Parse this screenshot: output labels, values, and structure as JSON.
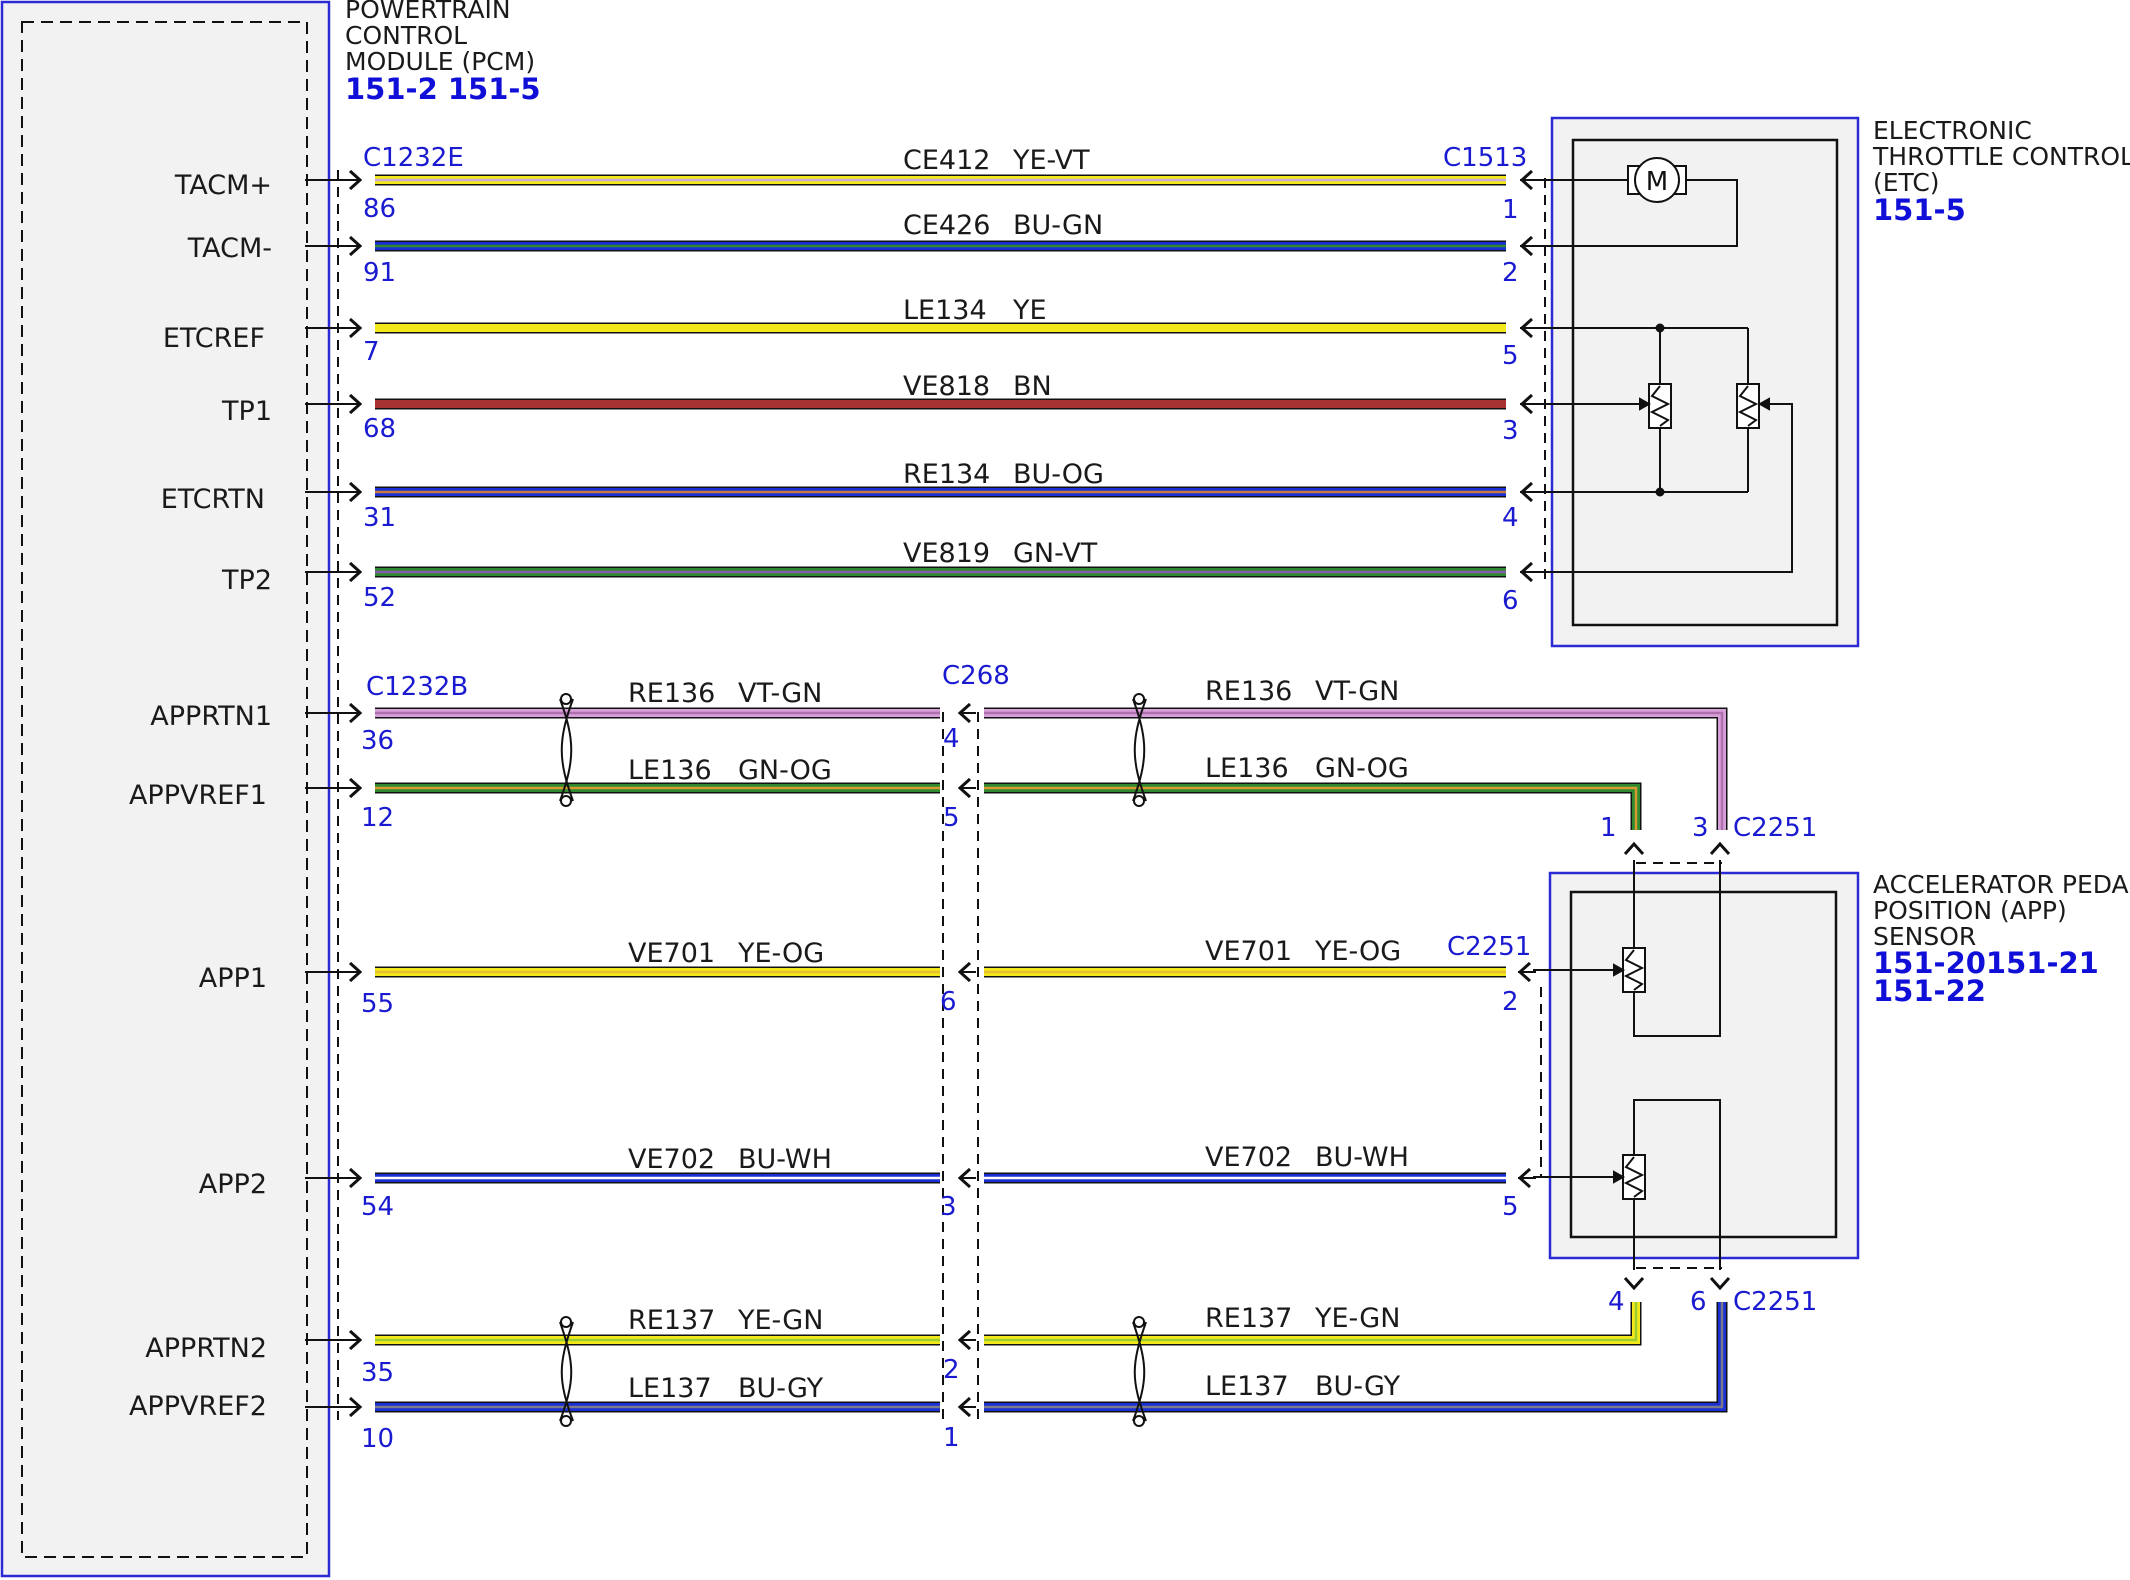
{
  "pcm": {
    "name_lines": [
      "POWERTRAIN",
      "CONTROL",
      "MODULE (PCM)"
    ],
    "refs": [
      "151-2 151-5"
    ],
    "signals": [
      "TACM+",
      "TACM-",
      "ETCREF",
      "TP1",
      "ETCRTN",
      "TP2",
      "APPRTN1",
      "APPVREF1",
      "APP1",
      "APP2",
      "APPRTN2",
      "APPVREF2"
    ]
  },
  "etc": {
    "name_lines": [
      "ELECTRONIC",
      "THROTTLE CONTROL",
      "(ETC)"
    ],
    "refs": [
      "151-5"
    ],
    "motor_symbol": "M"
  },
  "app_sensor": {
    "name_lines": [
      "ACCELERATOR PEDAL",
      "POSITION (APP)",
      "SENSOR"
    ],
    "refs": [
      "151-20151-21",
      "151-22"
    ]
  },
  "connectors": {
    "pcm_upper": "C1232E",
    "pcm_lower": "C1232B",
    "etc": "C1513",
    "inline": "C268",
    "app_mid": "C2251",
    "app_top": "C2251",
    "app_bottom": "C2251"
  },
  "etc_circuits": [
    {
      "circuit": "CE412",
      "color": "YE-VT",
      "pcm_pin": "86",
      "etc_pin": "1"
    },
    {
      "circuit": "CE426",
      "color": "BU-GN",
      "pcm_pin": "91",
      "etc_pin": "2"
    },
    {
      "circuit": "LE134",
      "color": "YE",
      "pcm_pin": "7",
      "etc_pin": "5"
    },
    {
      "circuit": "VE818",
      "color": "BN",
      "pcm_pin": "68",
      "etc_pin": "3"
    },
    {
      "circuit": "RE134",
      "color": "BU-OG",
      "pcm_pin": "31",
      "etc_pin": "4"
    },
    {
      "circuit": "VE819",
      "color": "GN-VT",
      "pcm_pin": "52",
      "etc_pin": "6"
    }
  ],
  "app_circuits": [
    {
      "circuit": "RE136",
      "color": "VT-GN",
      "pcm_pin": "36",
      "c268_pin": "4",
      "app_pin": "3"
    },
    {
      "circuit": "LE136",
      "color": "GN-OG",
      "pcm_pin": "12",
      "c268_pin": "5",
      "app_pin": "1"
    },
    {
      "circuit": "VE701",
      "color": "YE-OG",
      "pcm_pin": "55",
      "c268_pin": "6",
      "app_pin": "2"
    },
    {
      "circuit": "VE702",
      "color": "BU-WH",
      "pcm_pin": "54",
      "c268_pin": "3",
      "app_pin": "5"
    },
    {
      "circuit": "RE137",
      "color": "YE-GN",
      "pcm_pin": "35",
      "c268_pin": "2",
      "app_pin": "4"
    },
    {
      "circuit": "LE137",
      "color": "BU-GY",
      "pcm_pin": "10",
      "c268_pin": "1",
      "app_pin": "6"
    }
  ],
  "wire_colors": {
    "YE-VT": [
      "#f2e81a",
      "#c8a8dc"
    ],
    "BU-GN": [
      "#1b2fd6",
      "#2f8a2f"
    ],
    "YE": [
      "#f2e81a",
      "#f2e81a"
    ],
    "BN": [
      "#a83232",
      "#a83232"
    ],
    "BU-OG": [
      "#1b2fd6",
      "#c87a3a"
    ],
    "GN-VT": [
      "#2f8a2f",
      "#8a5ab0"
    ],
    "VT-GN": [
      "#d8a0d8",
      "#b070b0"
    ],
    "GN-OG": [
      "#2f8a2f",
      "#d89a30"
    ],
    "YE-OG": [
      "#f2e81a",
      "#e8c030"
    ],
    "BU-WH": [
      "#1b2fd6",
      "#ffffff"
    ],
    "YE-GN": [
      "#f2e81a",
      "#9acd32"
    ],
    "BU-GY": [
      "#1b2fd6",
      "#7a7a8a"
    ]
  },
  "theme": {
    "module_border": "#2b2bd6",
    "module_fill": "#f2f2f2",
    "line": "#111111"
  }
}
